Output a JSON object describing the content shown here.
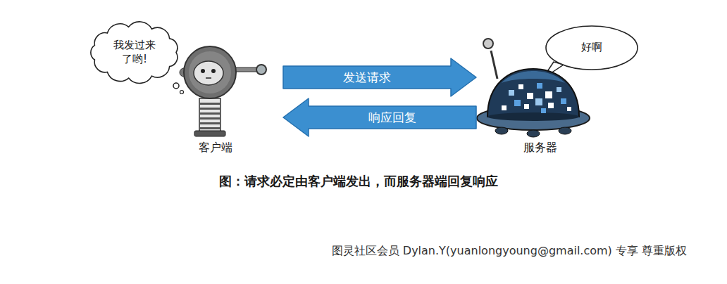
{
  "diagram": {
    "caption": "图：请求必定由客户端发出，而服务器端回复响应",
    "nodes": [
      {
        "text": [
          "我发过来 了哟!"
        ]
      },
      {
        "text": [
          "客户端"
        ]
      },
      {
        "text": [
          "服务器"
        ]
      },
      {
        "text": [
          "好啊"
        ]
      }
    ],
    "edges": [
      {
        "from": 1,
        "to": 2,
        "arrow": "to",
        "label": "发送请求"
      },
      {
        "from": 2,
        "to": 1,
        "arrow": "to",
        "label": "响应回复"
      }
    ],
    "labels": [
      "图灵社区会员 Dylan.Y(yuanlongyoung@gmail.com) 专享 尊重版权"
    ]
  }
}
